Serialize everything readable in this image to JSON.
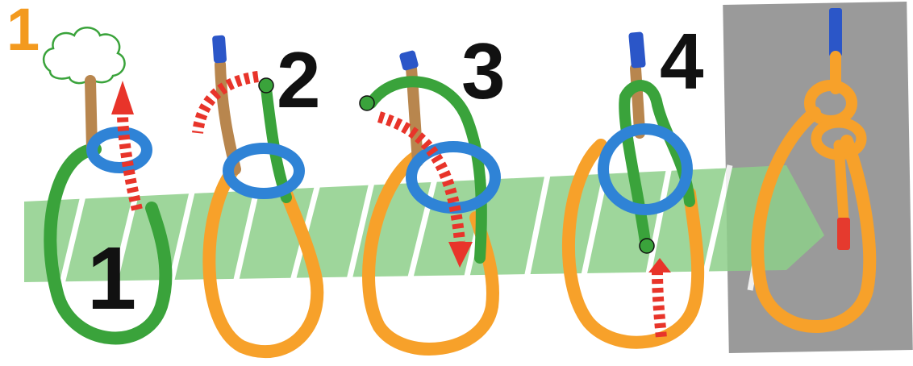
{
  "figure_label": "1",
  "steps": [
    {
      "number": "1"
    },
    {
      "number": "2"
    },
    {
      "number": "3"
    },
    {
      "number": "4"
    }
  ],
  "colors": {
    "background": "#ffffff",
    "arrow_band": "#8ed08a",
    "rope_green": "#3aa33b",
    "rope_orange": "#f7a12a",
    "rope_blue": "#2f83d6",
    "rope_tan": "#b8864e",
    "rope_end_blue": "#2b56c8",
    "rope_end_red": "#e53a2e",
    "snake_red": "#e8342a",
    "final_panel": "#9a9a9a",
    "label_orange": "#f39a1f",
    "number_black": "#111111"
  },
  "icons": [
    "tree-icon",
    "snake-head-icon",
    "arrow-band"
  ]
}
